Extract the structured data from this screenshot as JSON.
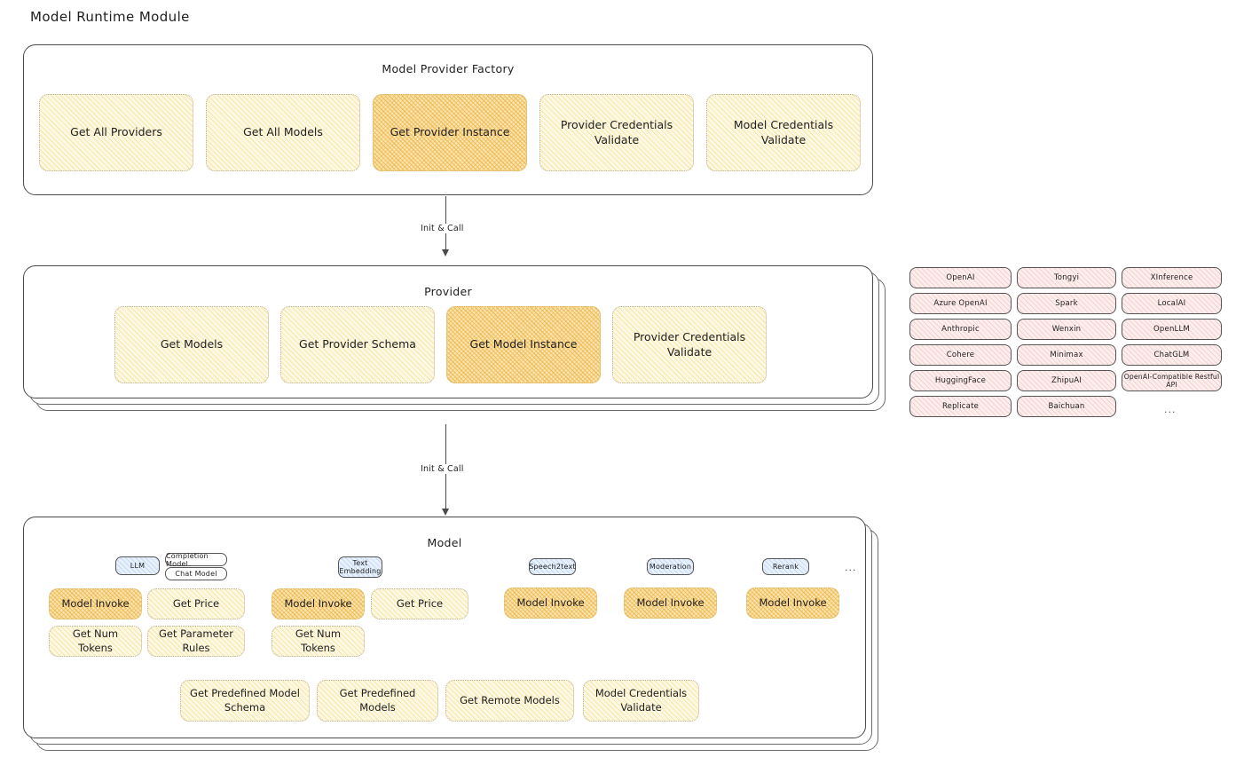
{
  "page": {
    "title": "Model Runtime Module"
  },
  "factory": {
    "title": "Model Provider Factory",
    "nodes": [
      {
        "label": "Get All Providers",
        "highlight": false
      },
      {
        "label": "Get All Models",
        "highlight": false
      },
      {
        "label": "Get Provider Instance",
        "highlight": true
      },
      {
        "label": "Provider Credentials Validate",
        "highlight": false
      },
      {
        "label": "Model Credentials Validate",
        "highlight": false
      }
    ]
  },
  "arrows": [
    {
      "label": "Init & Call"
    },
    {
      "label": "Init & Call"
    }
  ],
  "provider": {
    "title": "Provider",
    "nodes": [
      {
        "label": "Get Models",
        "highlight": false
      },
      {
        "label": "Get Provider Schema",
        "highlight": false
      },
      {
        "label": "Get Model Instance",
        "highlight": true
      },
      {
        "label": "Provider Credentials Validate",
        "highlight": false
      }
    ]
  },
  "provider_list": {
    "columns": [
      {
        "items": [
          "OpenAI",
          "Azure OpenAI",
          "Anthropic",
          "Cohere",
          "HuggingFace",
          "Replicate"
        ]
      },
      {
        "items": [
          "Tongyi",
          "Spark",
          "Wenxin",
          "Minimax",
          "ZhipuAI",
          "Baichuan"
        ]
      },
      {
        "items": [
          "XInference",
          "LocalAI",
          "OpenLLM",
          "ChatGLM",
          "OpenAI-Compatible Restful API"
        ]
      }
    ],
    "more": "..."
  },
  "model": {
    "title": "Model",
    "more": "...",
    "groups": [
      {
        "type_label": "LLM",
        "sub_labels": [
          "Completion Model",
          "Chat Model"
        ],
        "nodes": [
          {
            "label": "Model Invoke",
            "highlight": true
          },
          {
            "label": "Get Price",
            "highlight": false
          },
          {
            "label": "Get Num Tokens",
            "highlight": false
          },
          {
            "label": "Get Parameter Rules",
            "highlight": false
          }
        ]
      },
      {
        "type_label": "Text Embedding",
        "sub_labels": [],
        "nodes": [
          {
            "label": "Model Invoke",
            "highlight": true
          },
          {
            "label": "Get Price",
            "highlight": false
          },
          {
            "label": "Get Num Tokens",
            "highlight": false
          }
        ]
      },
      {
        "type_label": "Speech2text",
        "sub_labels": [],
        "nodes": [
          {
            "label": "Model Invoke",
            "highlight": true
          }
        ]
      },
      {
        "type_label": "Moderation",
        "sub_labels": [],
        "nodes": [
          {
            "label": "Model Invoke",
            "highlight": true
          }
        ]
      },
      {
        "type_label": "Rerank",
        "sub_labels": [],
        "nodes": [
          {
            "label": "Model Invoke",
            "highlight": true
          }
        ]
      }
    ],
    "common_nodes": [
      {
        "label": "Get Predefined Model Schema"
      },
      {
        "label": "Get Predefined Models"
      },
      {
        "label": "Get Remote Models"
      },
      {
        "label": "Model Credentials Validate"
      }
    ]
  },
  "colors": {
    "node_fill": "#fdf8e3",
    "node_highlight_fill": "#fbe5ae",
    "provider_pill_fill": "#fdeeee",
    "model_type_fill": "#e8f1fb",
    "stroke": "#4a4a4a"
  }
}
